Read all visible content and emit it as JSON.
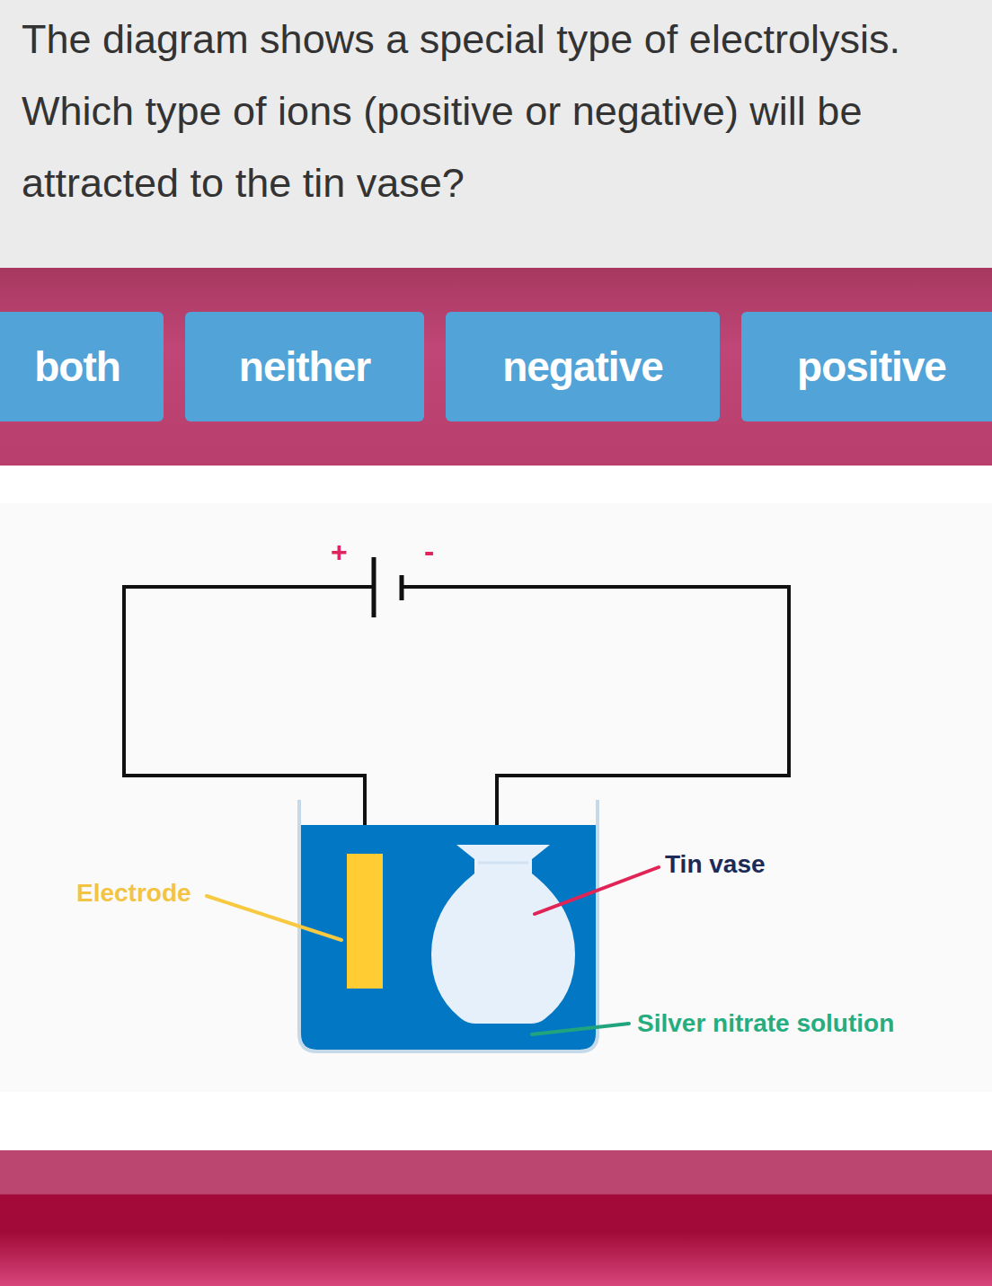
{
  "diagram": {
    "title": "The diagram shows a special type of electrolysis. Which type of ions (positive or negative) will be attracted to the tin vase?",
    "nodes": [
      {
        "text": [
          "both"
        ]
      },
      {
        "text": [
          "neither"
        ]
      },
      {
        "text": [
          "negative"
        ]
      },
      {
        "text": [
          "positive"
        ]
      }
    ],
    "labels": [
      "+",
      "-",
      "Electrode",
      "Tin vase",
      "Silver nitrate solution"
    ]
  }
}
